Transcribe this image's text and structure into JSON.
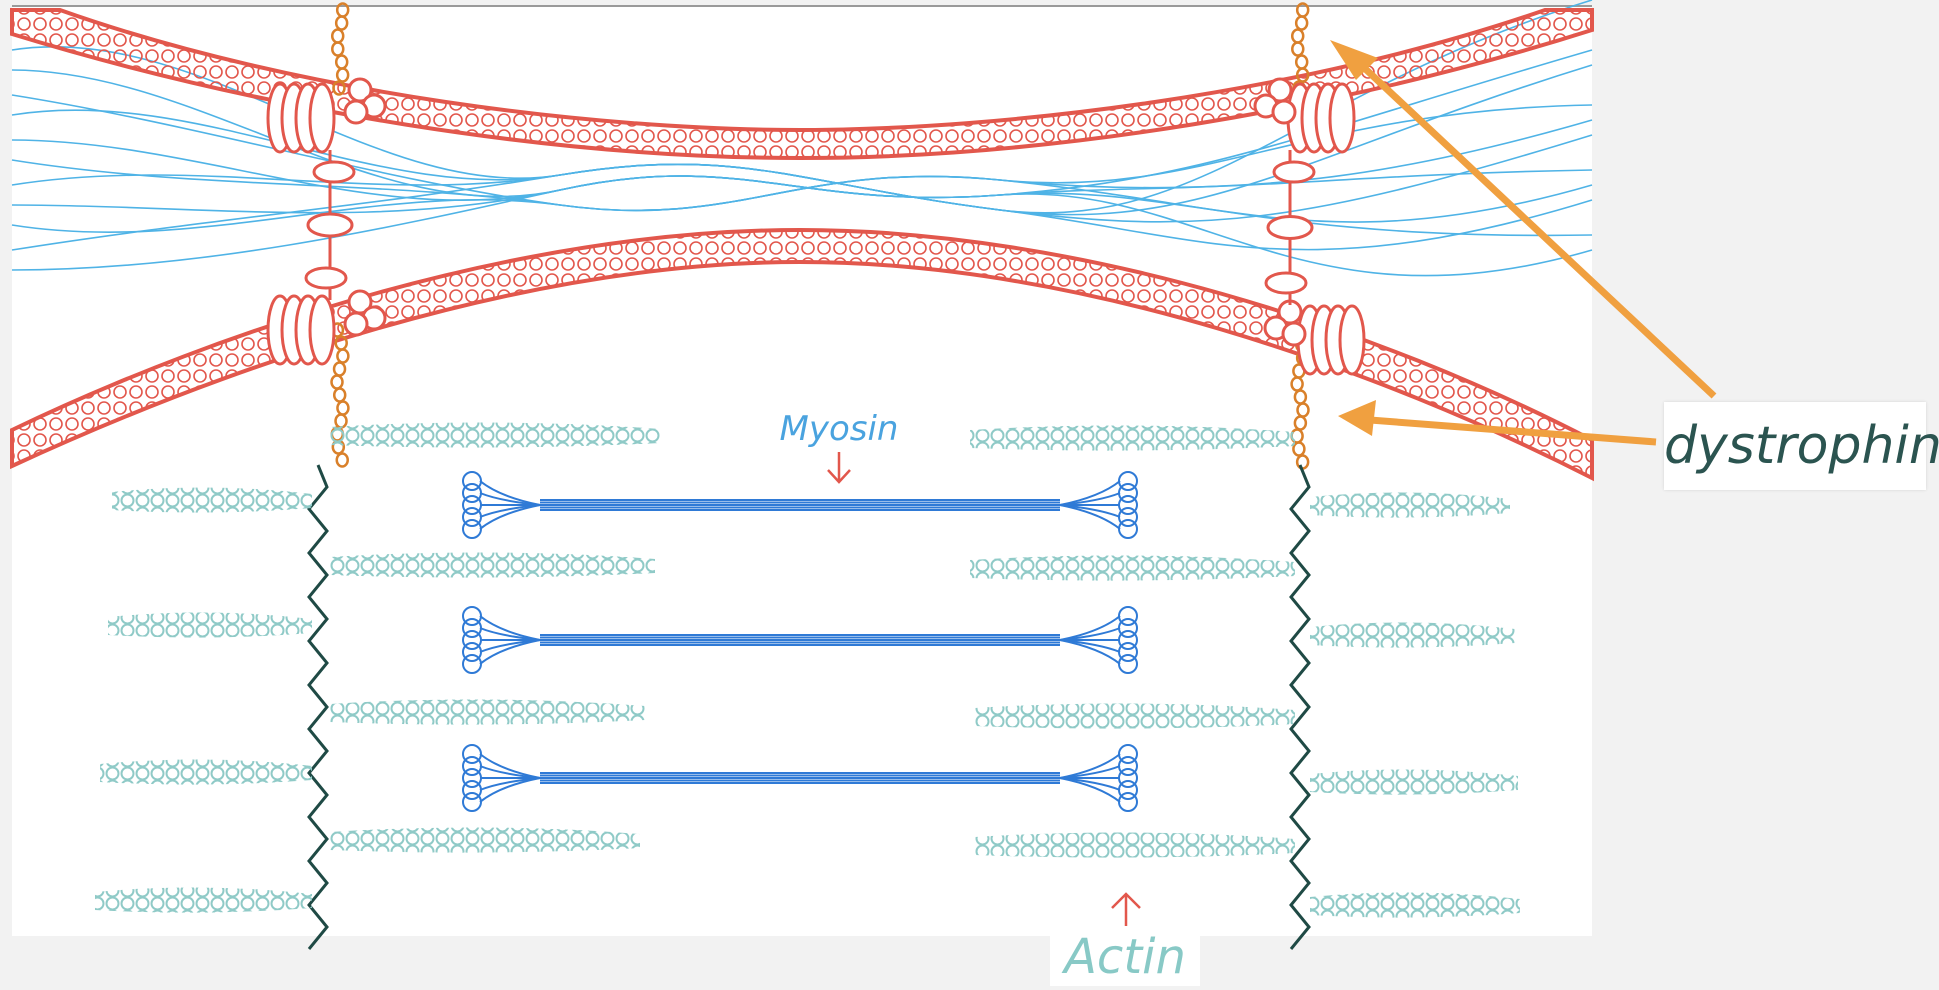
{
  "labels": {
    "dystrophin": "dystrophin",
    "myosin": "Myosin",
    "actin": "Actin"
  },
  "colors": {
    "membrane": "#e2574c",
    "dystrophin": "#d9802a",
    "arrow": "#f0a040",
    "collagen": "#4fb3e6",
    "myosin": "#2f7ad6",
    "actin": "#8fcac7",
    "z_disc": "#1f4a45",
    "pointer": "#e2574c"
  }
}
